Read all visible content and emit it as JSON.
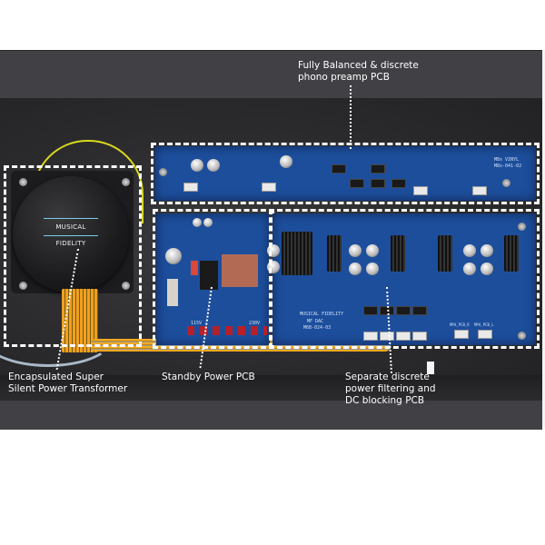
{
  "image": {
    "subject": "Musical Fidelity amplifier internal layout",
    "brand_on_transformer": "MUSICAL FIDELITY",
    "pcb_markings": {
      "phono_board": [
        "M8x VINYL",
        "M8x-041-02"
      ],
      "dac_board": [
        "MUSICAL FIDELITY",
        "MF DAC",
        "M6B-024-03"
      ],
      "connector_labels": [
        "MPA_PCB_R",
        "MPA_PCB_L"
      ],
      "standby_voltage_labels": [
        "115V",
        "230V"
      ]
    }
  },
  "callouts": {
    "phono_preamp": {
      "line1": "Fully Balanced & discrete",
      "line2": "phono preamp PCB"
    },
    "transformer": {
      "line1": "Encapsulated Super",
      "line2": "Silent Power Transformer"
    },
    "standby": {
      "line1": "Standby Power PCB"
    },
    "power_filter": {
      "line1": "Separate discrete",
      "line2": "power filtering and",
      "line3": "DC blocking PCB"
    }
  },
  "colors": {
    "panel_background": "#414045",
    "pcb_blue": "#1d4e9c",
    "callout_text": "#ffffff",
    "brand_stripe": "#7ccbe8"
  }
}
